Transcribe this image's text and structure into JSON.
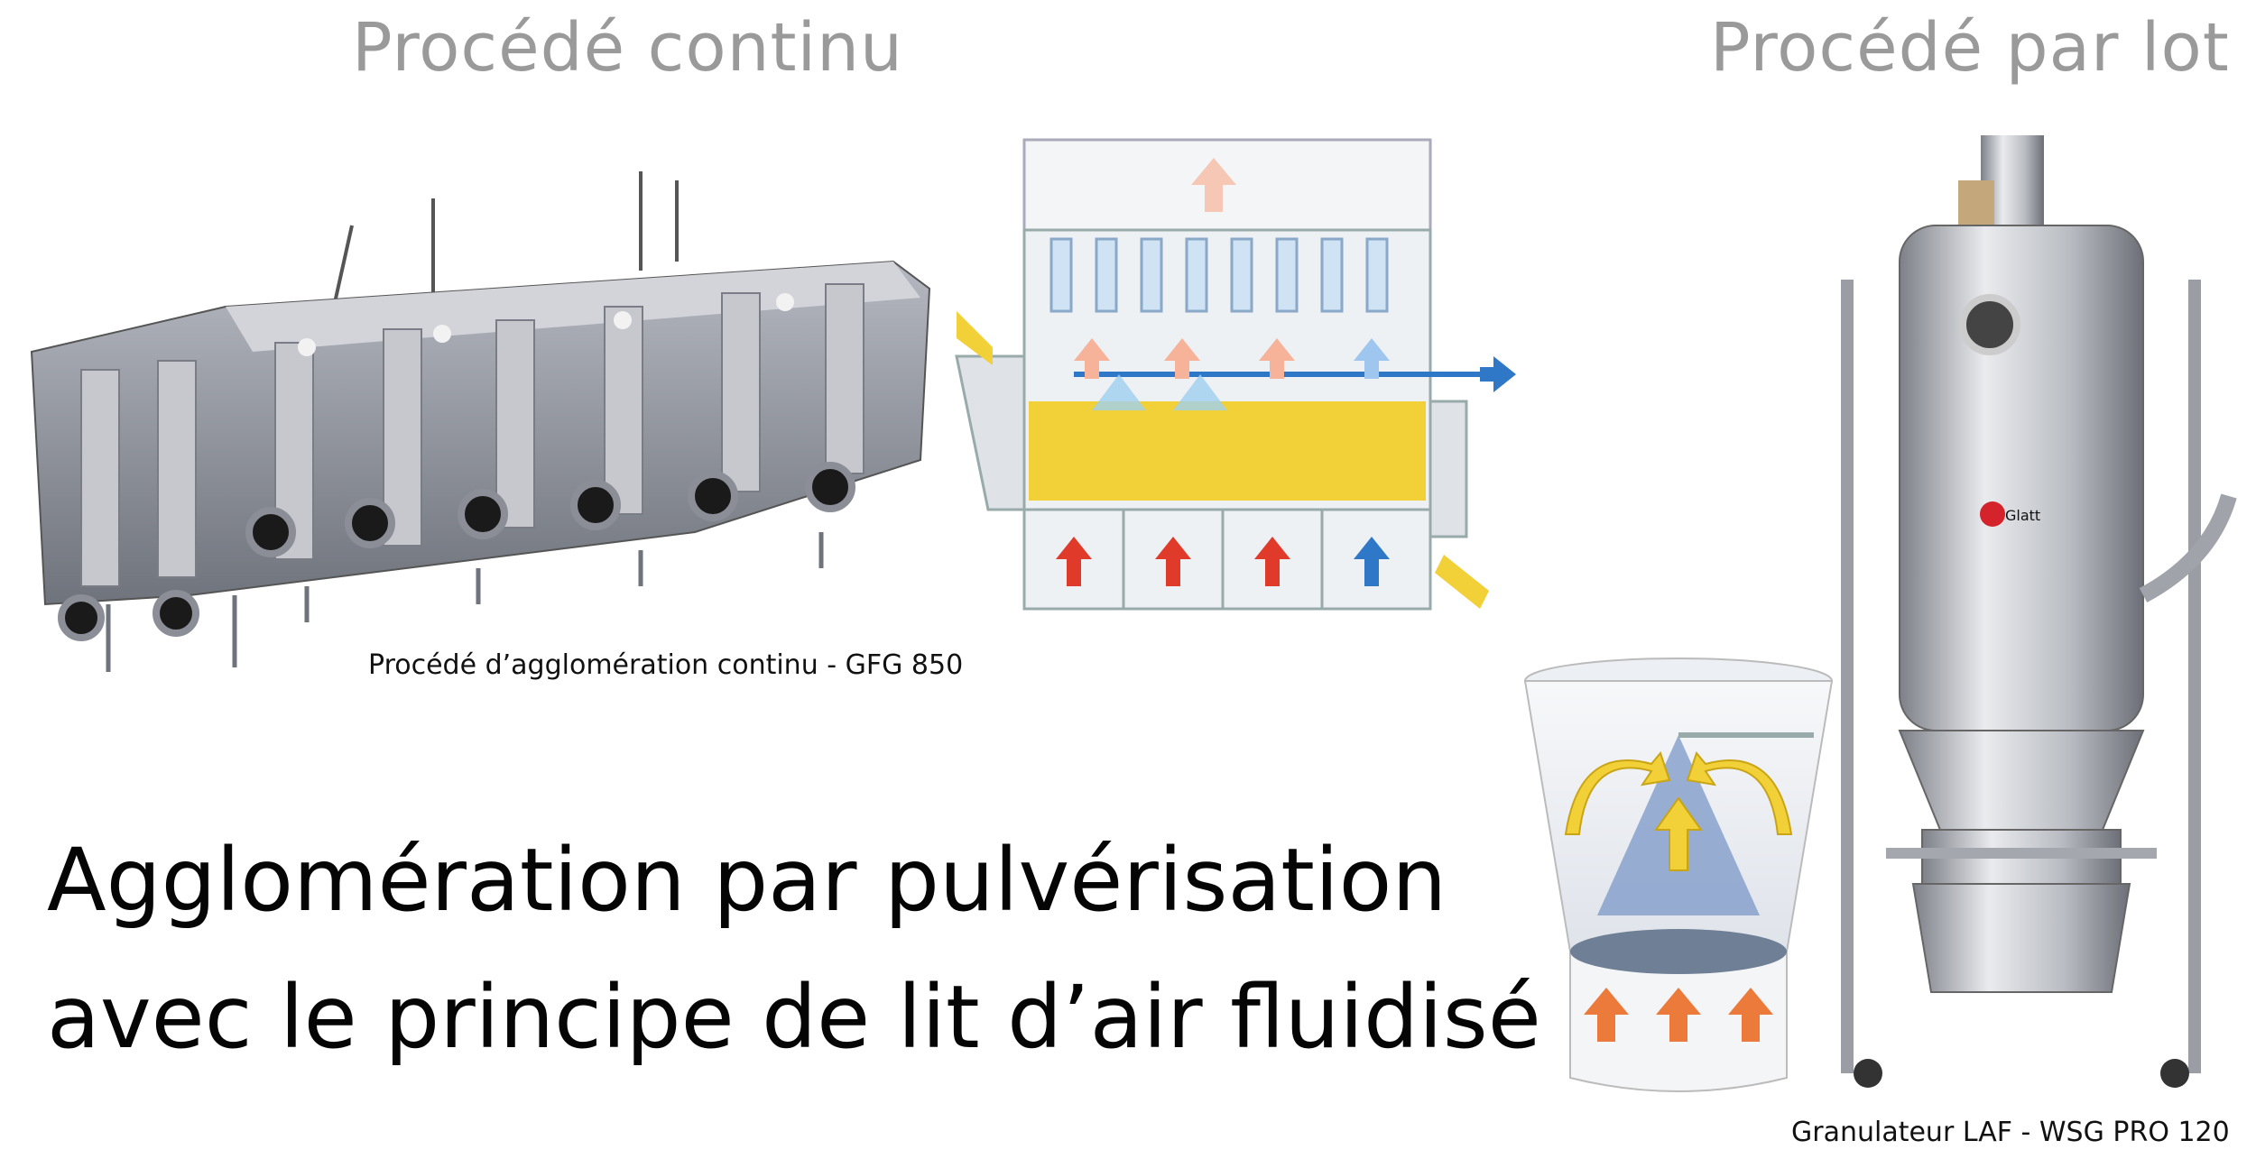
{
  "headings": {
    "continuous": "Procédé continu",
    "batch": "Procédé par lot"
  },
  "captions": {
    "continuous_machine": "Procédé d’agglomération continu - GFG 850",
    "batch_machine": "Granulateur LAF - WSG PRO 120"
  },
  "title": {
    "line1": "Agglomération par pulvérisation",
    "line2": "avec le principe de lit d’air fluidisé"
  },
  "logo_text": "Glatt",
  "colors": {
    "heading_gray": "#9a9a9a",
    "granule_yellow": "#f2d037",
    "hot_air_red": "#e03a2a",
    "cool_air_blue": "#2f78c8",
    "steel": "#b9bcc2"
  },
  "icons": {
    "air_in_arrow": "arrow-left-blue",
    "hot_air_up": "arrow-up-red",
    "exhaust_up": "arrow-up-pink"
  }
}
